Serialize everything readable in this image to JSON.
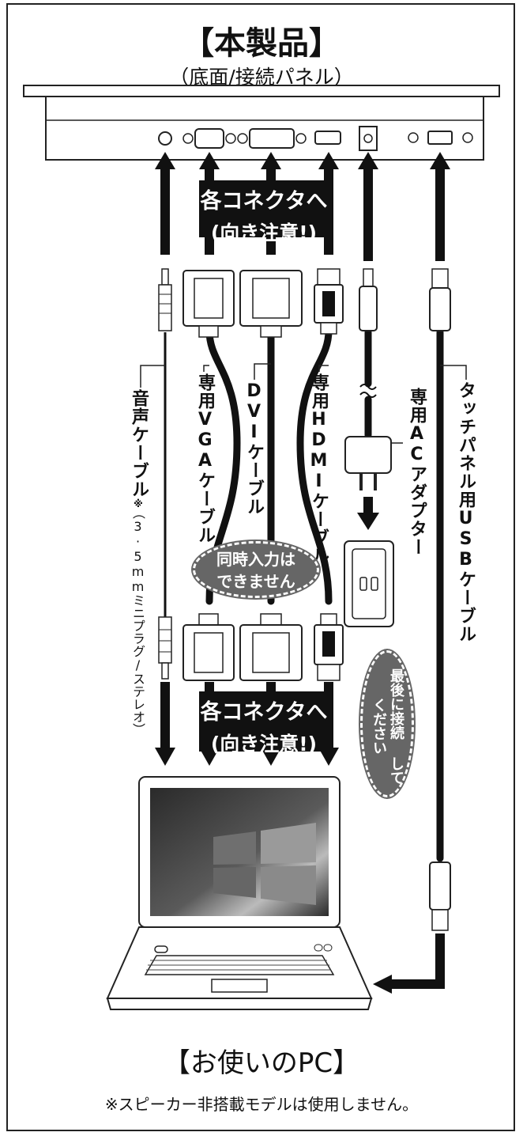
{
  "header": {
    "title": "【本製品】",
    "subtitle": "（底面/接続パネル）"
  },
  "bands": [
    {
      "line1": "各コネクタへ",
      "line2": "(向き注意!)"
    },
    {
      "line1": "各コネクタへ",
      "line2": "(向き注意!)"
    }
  ],
  "cable_labels": {
    "audio": "音声ケーブル",
    "audio_mark": "※",
    "audio_note": "（3·5mmミニプラグ/ステレオ）",
    "vga": "専用VGAケーブル",
    "dvi": "DVIケーブル",
    "hdmi": "専用HDMIケーブル",
    "ac": "専用ACアダプター",
    "usb": "タッチパネル用USBケーブル"
  },
  "callouts": {
    "simultaneous_line1": "同時入力は",
    "simultaneous_line2": "できません",
    "connect_last_line1": "最後に接続",
    "connect_last_line2": "してください"
  },
  "footer": {
    "pc_title": "【お使いのPC】",
    "note": "※スピーカー非搭載モデルは使用しません。"
  },
  "colors": {
    "cable": "#111111",
    "callout": "#666666",
    "screen_dark": "#1a1a1a",
    "screen_light": "#cfcfcf"
  }
}
